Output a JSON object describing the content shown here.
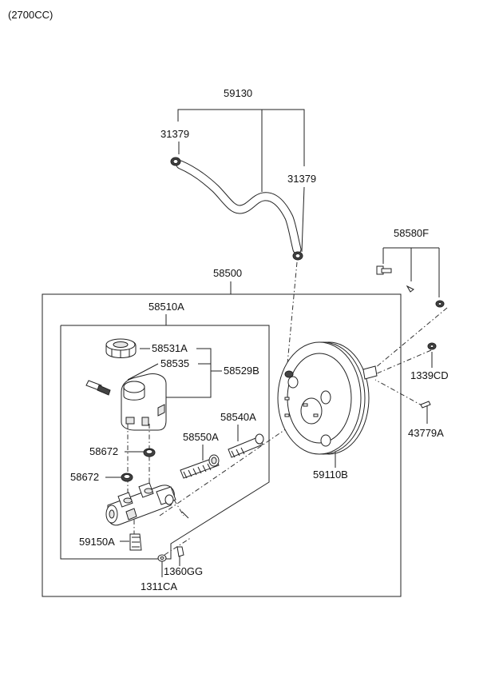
{
  "diagram": {
    "variant": "(2700CC)",
    "labels": {
      "l59130": "59130",
      "l31379a": "31379",
      "l31379b": "31379",
      "l58580F": "58580F",
      "l58500": "58500",
      "l58510A": "58510A",
      "l58531A": "58531A",
      "l58535": "58535",
      "l58529B": "58529B",
      "l1339CD": "1339CD",
      "l58540A": "58540A",
      "l58550A": "58550A",
      "l58672a": "58672",
      "l58672b": "58672",
      "l59110B": "59110B",
      "l43779A": "43779A",
      "l59150A": "59150A",
      "l1360GG": "1360GG",
      "l1311CA": "1311CA"
    }
  }
}
